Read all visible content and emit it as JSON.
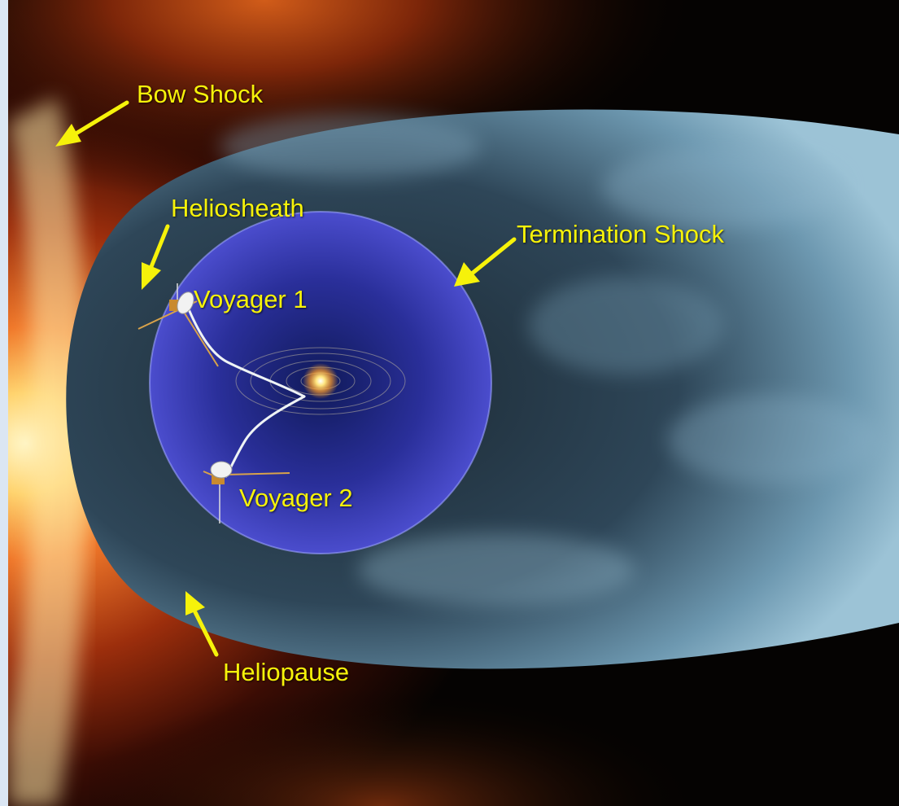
{
  "labels": {
    "bow_shock": "Bow Shock",
    "heliosheath": "Heliosheath",
    "termination_shock": "Termination Shock",
    "voyager_1": "Voyager 1",
    "voyager_2": "Voyager 2",
    "heliopause": "Heliopause"
  },
  "colors": {
    "label_text": "#f6f20a",
    "arrow": "#f6f20a",
    "space": "#050505",
    "bow_shock_glow": "#f36b1c",
    "bow_shock_core": "#fff0b0",
    "heliosheath": "#6f9cb4",
    "termination_shock_sphere": "#3c3fc0",
    "sun": "#ffe27a",
    "trajectory": "#e8eef2",
    "spacecraft_body": "#c98a2e"
  }
}
